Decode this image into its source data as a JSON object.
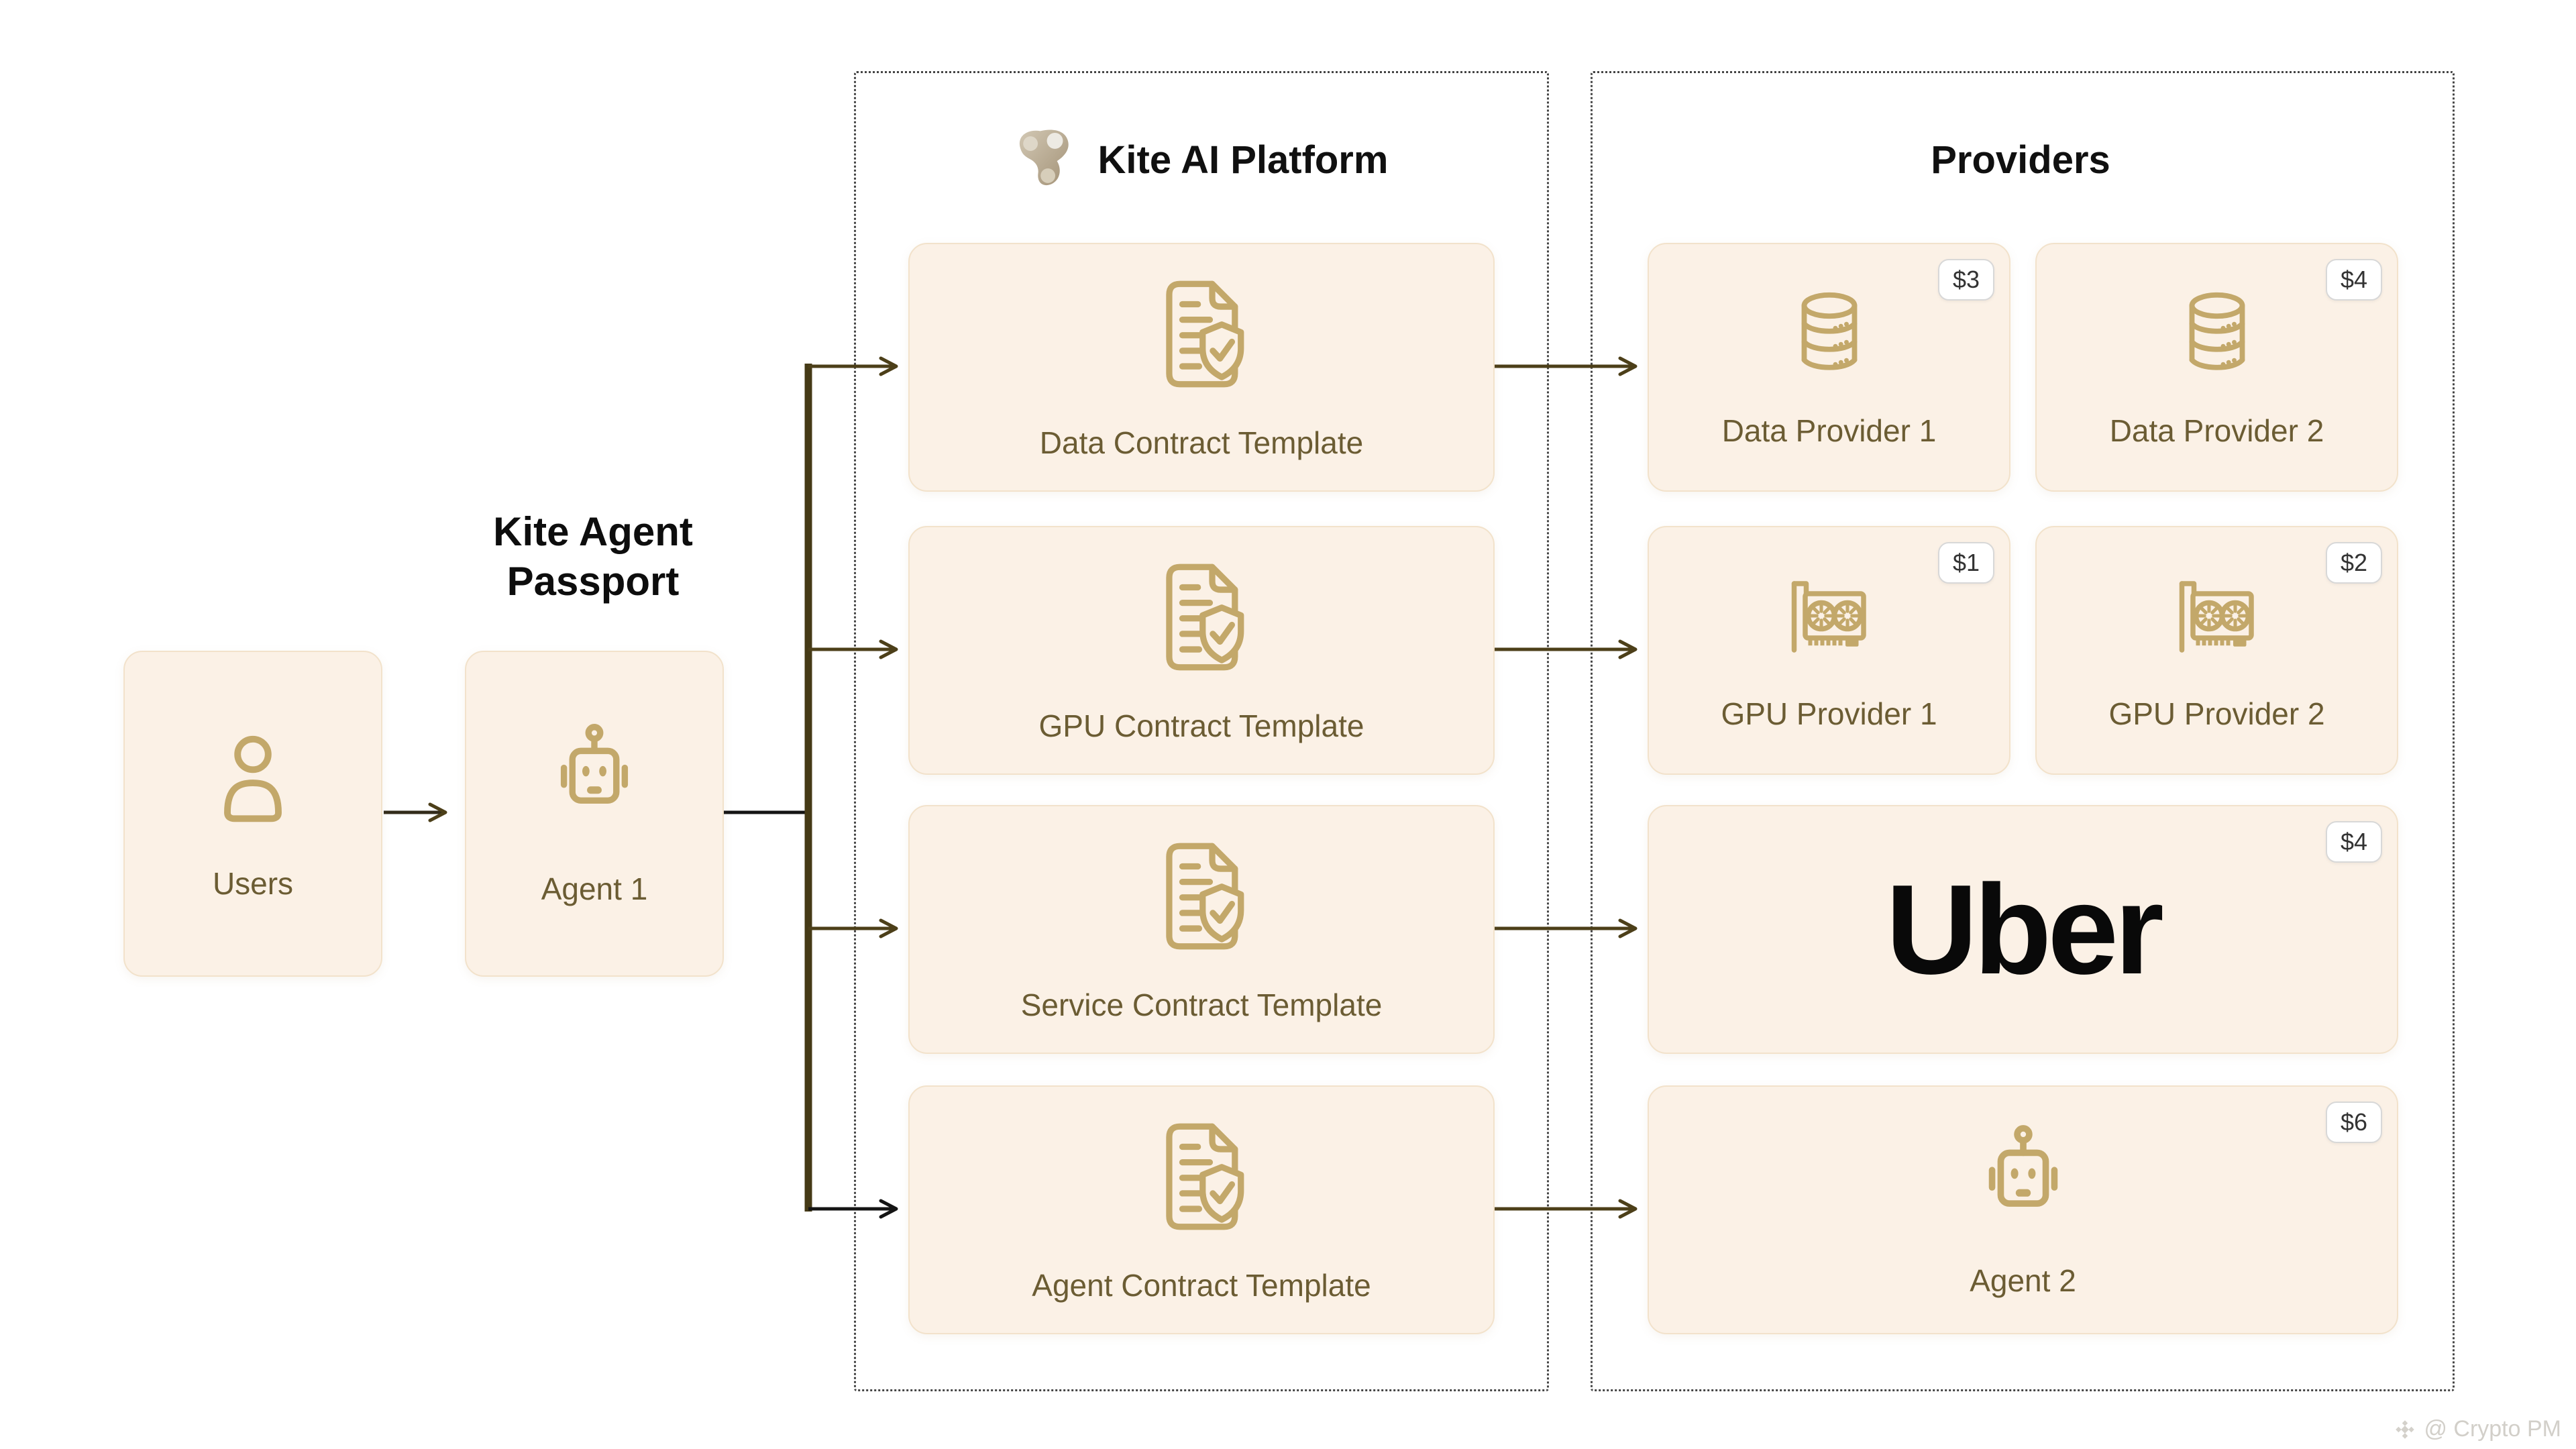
{
  "left_flow": {
    "heading": "Kite Agent Passport",
    "nodes": [
      {
        "id": "users",
        "label": "Users",
        "icon": "person-icon"
      },
      {
        "id": "agent1",
        "label": "Agent 1",
        "icon": "robot-icon"
      }
    ]
  },
  "platform": {
    "title": "Kite AI Platform",
    "logo": "kite-logo-icon",
    "templates": [
      {
        "label": "Data Contract Template",
        "icon": "contract-shield-icon"
      },
      {
        "label": "GPU Contract Template",
        "icon": "contract-shield-icon"
      },
      {
        "label": "Service Contract Template",
        "icon": "contract-shield-icon"
      },
      {
        "label": "Agent Contract Template",
        "icon": "contract-shield-icon"
      }
    ]
  },
  "providers": {
    "title": "Providers",
    "cards": [
      {
        "label": "Data Provider 1",
        "price": "$3",
        "icon": "database-icon",
        "size": "half"
      },
      {
        "label": "Data Provider 2",
        "price": "$4",
        "icon": "database-icon",
        "size": "half"
      },
      {
        "label": "GPU Provider 1",
        "price": "$1",
        "icon": "gpu-card-icon",
        "size": "half"
      },
      {
        "label": "GPU Provider 2",
        "price": "$2",
        "icon": "gpu-card-icon",
        "size": "half"
      },
      {
        "label": "Uber",
        "price": "$4",
        "icon": "uber-wordmark",
        "size": "full"
      },
      {
        "label": "Agent 2",
        "price": "$6",
        "icon": "robot-icon",
        "size": "full"
      }
    ]
  },
  "edges": [
    {
      "from": "Users",
      "to": "Agent 1"
    },
    {
      "from": "Agent 1",
      "to": "Data Contract Template"
    },
    {
      "from": "Agent 1",
      "to": "GPU Contract Template"
    },
    {
      "from": "Agent 1",
      "to": "Service Contract Template"
    },
    {
      "from": "Agent 1",
      "to": "Agent Contract Template"
    },
    {
      "from": "Data Contract Template",
      "to": "Data Provider 1"
    },
    {
      "from": "GPU Contract Template",
      "to": "GPU Provider 1"
    },
    {
      "from": "Service Contract Template",
      "to": "Uber"
    },
    {
      "from": "Agent Contract Template",
      "to": "Agent 2"
    }
  ],
  "watermark": {
    "text": "@ Crypto PM",
    "icon": "gem-logo-icon"
  },
  "colors": {
    "background": "#ffffff",
    "card_bg": "#fbf1e6",
    "card_border": "#f2e2cb",
    "icon_stroke": "#c3a86a",
    "label_text": "#6b5c33",
    "heading_text": "#101010",
    "arrow_olive": "#4c3f19",
    "arrow_black": "#141414",
    "badge_bg": "#ffffff",
    "badge_border": "#d8d8d8",
    "badge_text": "#333333",
    "watermark_text": "#d2cfc9"
  }
}
